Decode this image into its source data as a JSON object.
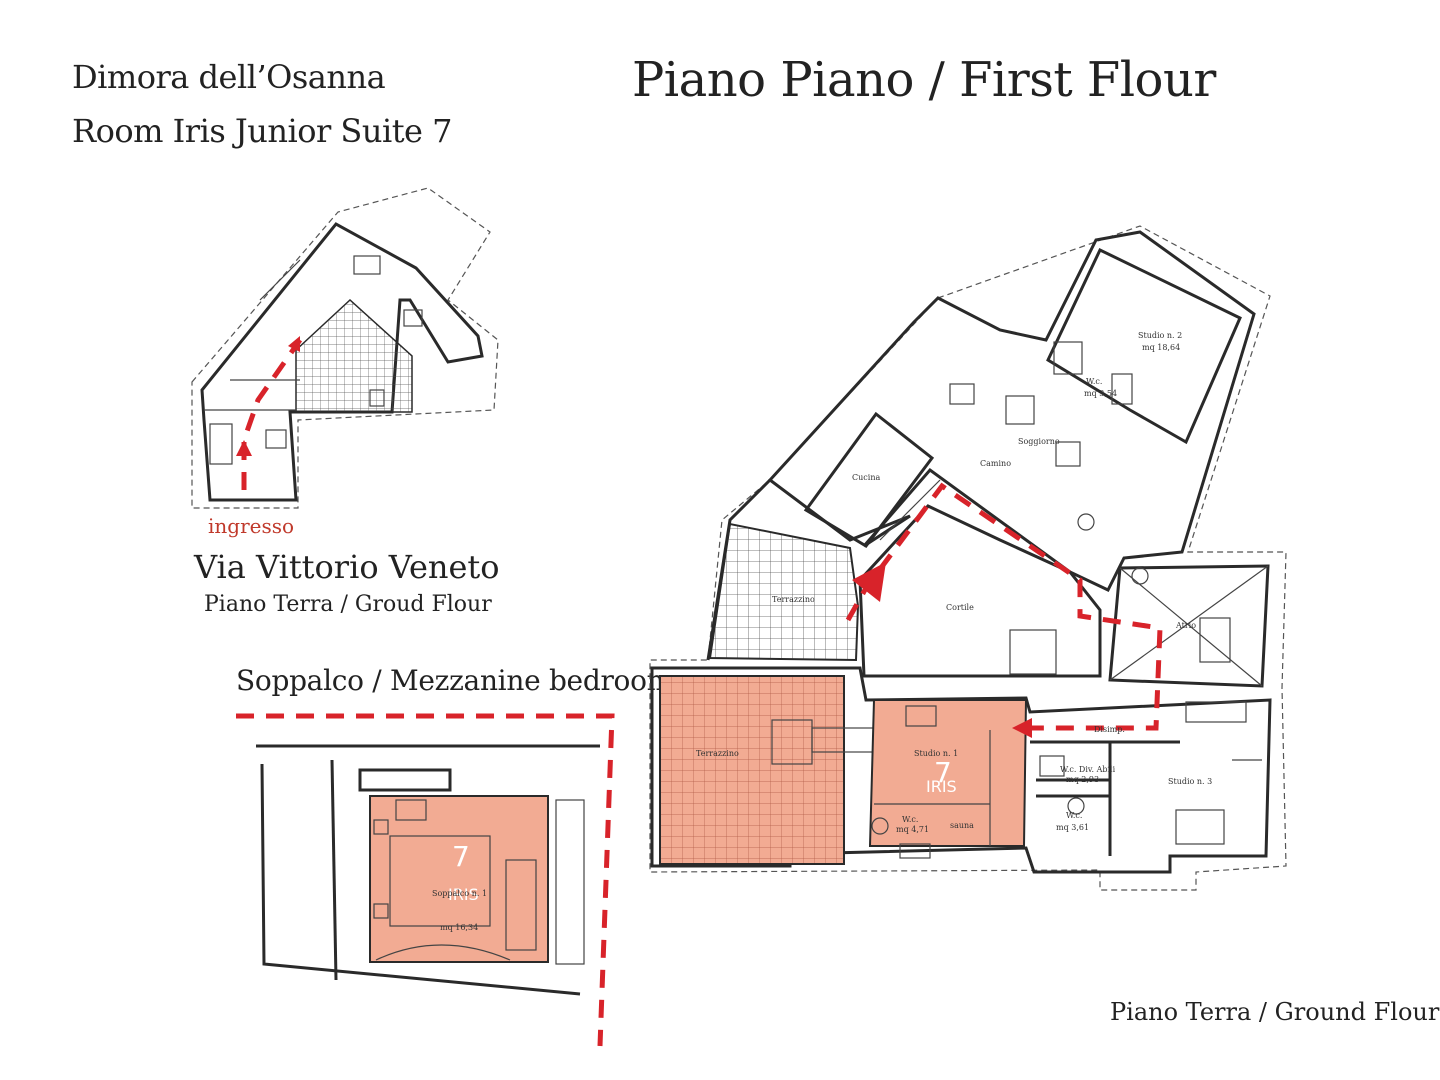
{
  "header": {
    "hotel_name": "Dimora dell’Osanna",
    "room_name": "Room Iris Junior Suite 7",
    "floor_title": "Piano Piano / First Flour"
  },
  "ground_floor_plan": {
    "entrance_label": "ingresso",
    "street": "Via Vittorio Veneto",
    "floor_label": "Piano Terra / Groud Flour"
  },
  "mezzanine_plan": {
    "title": "Soppalco / Mezzanine bedroom",
    "suite_number": "7",
    "suite_name": "IRIS",
    "room_label": "Soppalco n. 1",
    "area": "mq 16,34"
  },
  "main_plan": {
    "rooms": {
      "studio2": "Studio n. 2",
      "studio2_area": "mq 18,64",
      "wc1": "W.c.",
      "wc1_area": "mq 3,54",
      "soggiorno": "Soggiorno",
      "camino": "Camino",
      "cucina": "Cucina",
      "terrazzino1": "Terrazzino",
      "cortile": "Cortile",
      "atrio": "Atrio",
      "terrazzino2": "Terrazzino",
      "studio1": "Studio n. 1",
      "wc2": "W.c.",
      "wc2_area": "mq 4,71",
      "sauna": "sauna",
      "disimpegno": "Disimp.",
      "wc_div": "W.c. Div. Abili",
      "wc_div_area": "mq 2,93",
      "wc3": "W.c.",
      "wc3_area": "mq 3,61",
      "studio3": "Studio n. 3"
    },
    "suite_number": "7",
    "suite_name": "IRIS",
    "footer_label": "Piano Terra / Ground Flour"
  },
  "colors": {
    "route": "#d8232a",
    "suite_fill": "#f2ab93",
    "terrace_fill": "#f2ab93"
  }
}
